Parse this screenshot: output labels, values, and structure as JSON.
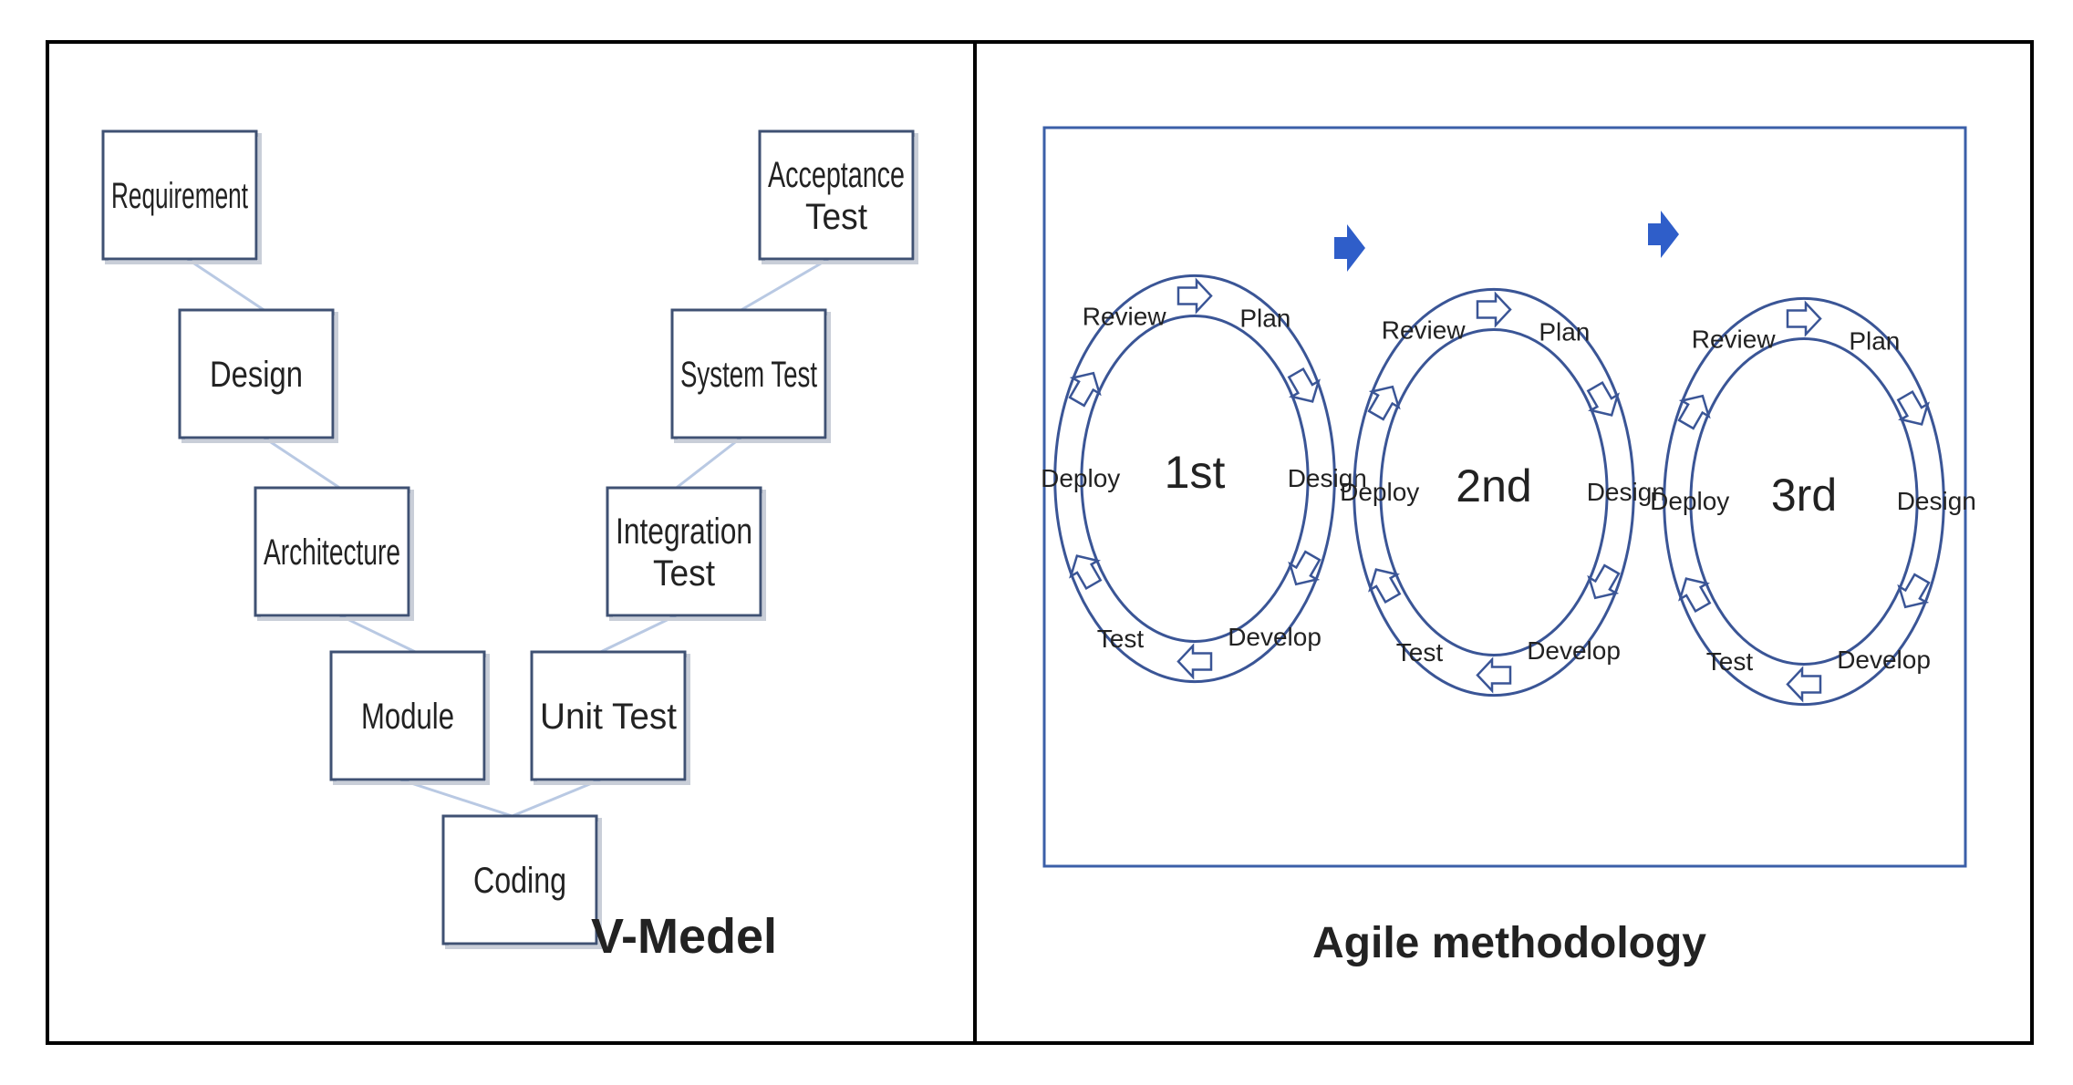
{
  "v_model": {
    "title": "V-Medel",
    "boxes": [
      {
        "id": "requirement",
        "lines": [
          "Requirement"
        ]
      },
      {
        "id": "design",
        "lines": [
          "Design"
        ]
      },
      {
        "id": "architecture",
        "lines": [
          "Architecture"
        ]
      },
      {
        "id": "module",
        "lines": [
          "Module"
        ]
      },
      {
        "id": "coding",
        "lines": [
          "Coding"
        ]
      },
      {
        "id": "unit-test",
        "lines": [
          "Unit Test"
        ]
      },
      {
        "id": "integration-test",
        "lines": [
          "Integration",
          "Test"
        ]
      },
      {
        "id": "system-test",
        "lines": [
          "System Test"
        ]
      },
      {
        "id": "acceptance-test",
        "lines": [
          "Acceptance",
          "Test"
        ]
      }
    ]
  },
  "agile": {
    "title": "Agile methodology",
    "cycles": [
      {
        "label": "1st",
        "phases": {
          "plan": "Plan",
          "design": "Design",
          "develop": "Develop",
          "test": "Test",
          "deploy": "Deploy",
          "review": "Review"
        }
      },
      {
        "label": "2nd",
        "phases": {
          "plan": "Plan",
          "design": "Design",
          "develop": "Develop",
          "test": "Test",
          "deploy": "Deploy",
          "review": "Review"
        }
      },
      {
        "label": "3rd",
        "phases": {
          "plan": "Plan",
          "design": "Design",
          "develop": "Develop",
          "test": "Test",
          "deploy": "Deploy",
          "review": "Review"
        }
      }
    ]
  },
  "colors": {
    "box_border": "#3f5173",
    "connector": "#b9c9e3",
    "ring": "#3a5596",
    "cycle_arrow": "#2f5ec9"
  }
}
